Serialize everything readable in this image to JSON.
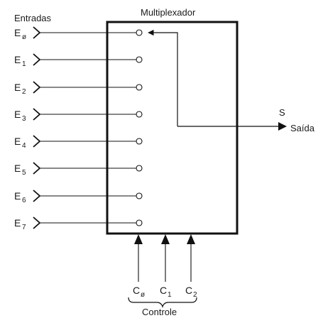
{
  "title": "Multiplexador",
  "inputs_label": "Entradas",
  "inputs": [
    {
      "base": "E",
      "sub": "ø"
    },
    {
      "base": "E",
      "sub": "1"
    },
    {
      "base": "E",
      "sub": "2"
    },
    {
      "base": "E",
      "sub": "3"
    },
    {
      "base": "E",
      "sub": "4"
    },
    {
      "base": "E",
      "sub": "5"
    },
    {
      "base": "E",
      "sub": "6"
    },
    {
      "base": "E",
      "sub": "7"
    }
  ],
  "output": {
    "symbol": "S",
    "label": "Saída"
  },
  "controls": [
    {
      "base": "C",
      "sub": "ø"
    },
    {
      "base": "C",
      "sub": "1"
    },
    {
      "base": "C",
      "sub": "2"
    }
  ],
  "controls_label": "Controle"
}
